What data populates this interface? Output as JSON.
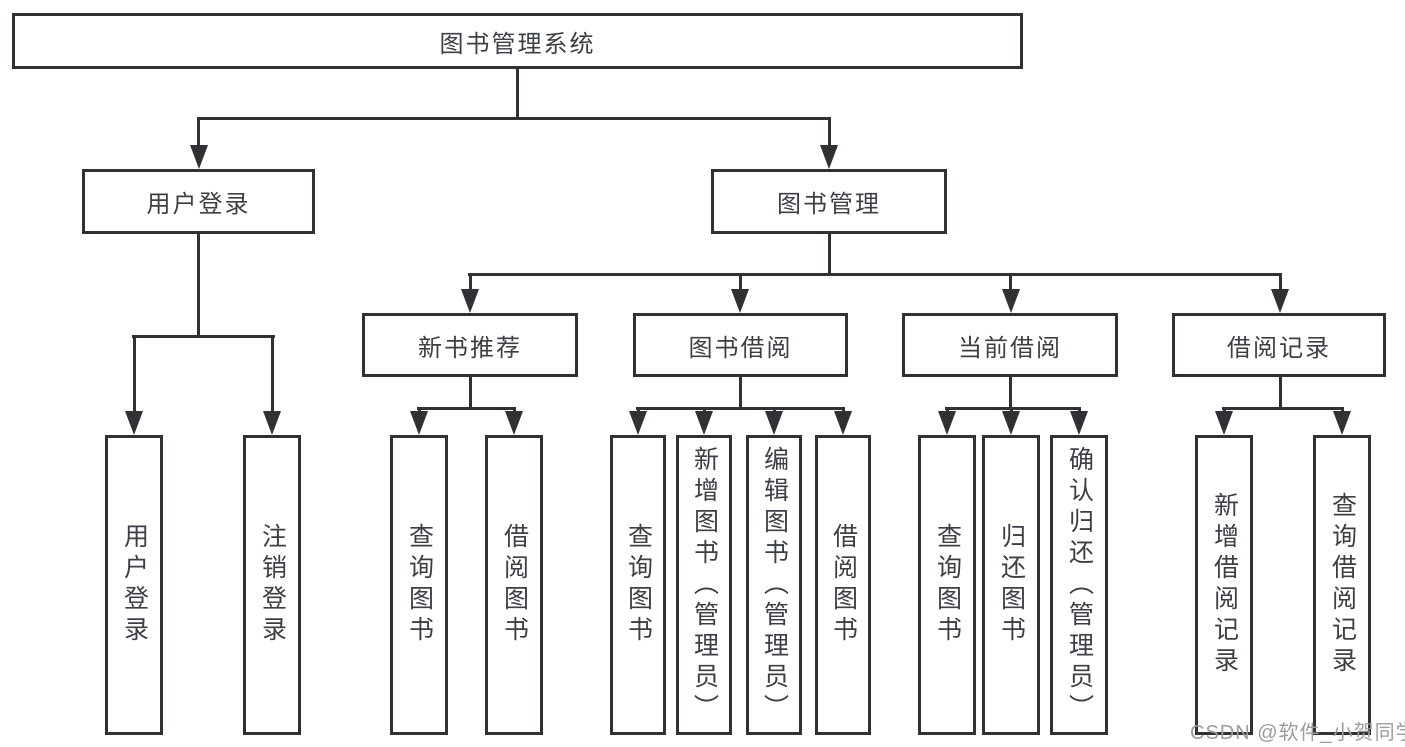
{
  "diagram": {
    "type": "org-tree",
    "background_color": "#ffffff",
    "line_color": "#2f3134",
    "text_color": "#3c4046",
    "watermark": {
      "text": "CSDN @软件_小贺同学",
      "color": "#9c9c9c"
    },
    "tree": {
      "root": "图书管理系统",
      "branches": [
        {
          "label": "用户登录",
          "leaves": [
            "用户登录",
            "注销登录"
          ]
        },
        {
          "label": "图书管理",
          "children": [
            {
              "label": "新书推荐",
              "leaves": [
                "查询图书",
                "借阅图书"
              ]
            },
            {
              "label": "图书借阅",
              "leaves": [
                "查询图书",
                "新增图书（管理员）",
                "编辑图书（管理员）",
                "借阅图书"
              ]
            },
            {
              "label": "当前借阅",
              "leaves": [
                "查询图书",
                "归还图书",
                "确认归还（管理员）"
              ]
            },
            {
              "label": "借阅记录",
              "leaves": [
                "新增借阅记录",
                "查询借阅记录"
              ]
            }
          ]
        }
      ]
    }
  }
}
